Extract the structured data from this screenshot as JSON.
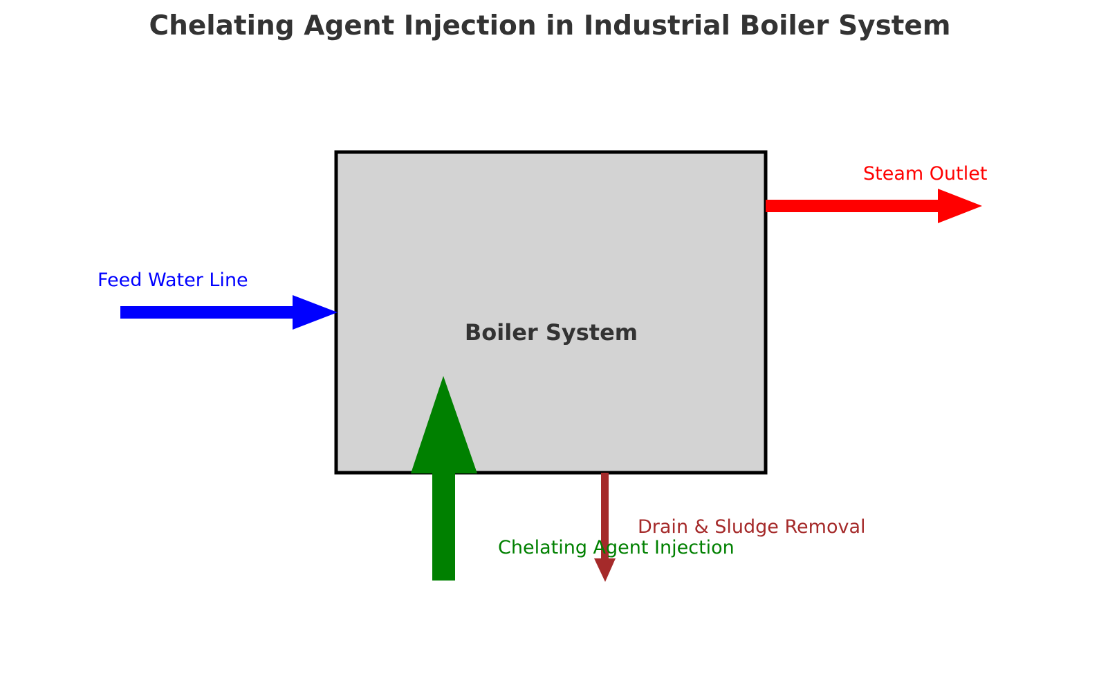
{
  "title": "Chelating Agent Injection in Industrial Boiler System",
  "boiler": {
    "label": "Boiler System",
    "fill_color": "#d3d3d3",
    "border_color": "#000000"
  },
  "flows": {
    "feed_water": {
      "label": "Feed Water Line",
      "color": "#0000ff"
    },
    "steam_outlet": {
      "label": "Steam Outlet",
      "color": "#ff0000"
    },
    "chelating_injection": {
      "label": "Chelating Agent Injection",
      "color": "#008000"
    },
    "drain": {
      "label": "Drain & Sludge Removal",
      "color": "#a52a2a"
    }
  },
  "text_color": "#333333"
}
